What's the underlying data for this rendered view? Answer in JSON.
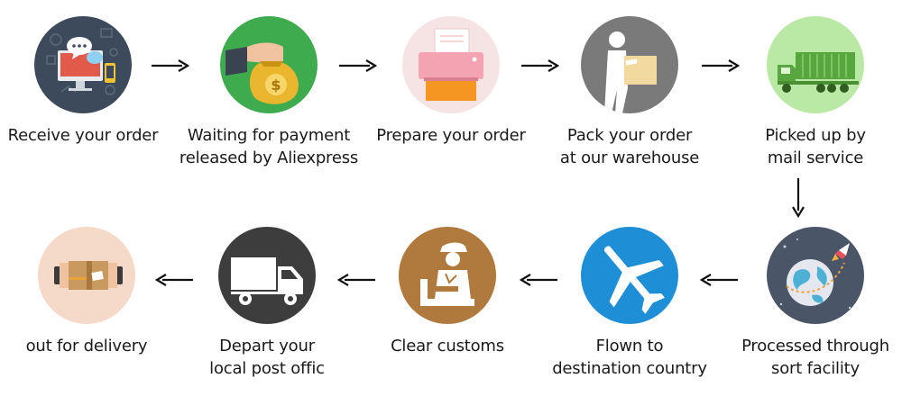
{
  "steps": [
    {
      "label": "Receive your order",
      "icon": "computer-order-icon",
      "bg": "#3c4a5c"
    },
    {
      "label": "Waiting for payment\nreleased by Aliexpress",
      "icon": "money-bag-hand-icon",
      "bg": "#3fab4f"
    },
    {
      "label": "Prepare your order",
      "icon": "printer-icon",
      "bg": "#f6e4e4"
    },
    {
      "label": "Pack your order\nat our warehouse",
      "icon": "worker-box-icon",
      "bg": "#7a7a7a"
    },
    {
      "label": "Picked up by\nmail service",
      "icon": "truck-icon",
      "bg": "#b9e9a5"
    },
    {
      "label": "Processed through\nsort facility",
      "icon": "globe-rocket-icon",
      "bg": "#4a5668"
    },
    {
      "label": "Flown to\ndestination country",
      "icon": "airplane-icon",
      "bg": "#1e8fd6"
    },
    {
      "label": "Clear customs",
      "icon": "customs-officer-icon",
      "bg": "#b07a3e"
    },
    {
      "label": "Depart your\nlocal post offic",
      "icon": "delivery-van-icon",
      "bg": "#3d3d3d"
    },
    {
      "label": "out for delivery",
      "icon": "parcel-icon",
      "bg": "#f5d9c9"
    }
  ]
}
